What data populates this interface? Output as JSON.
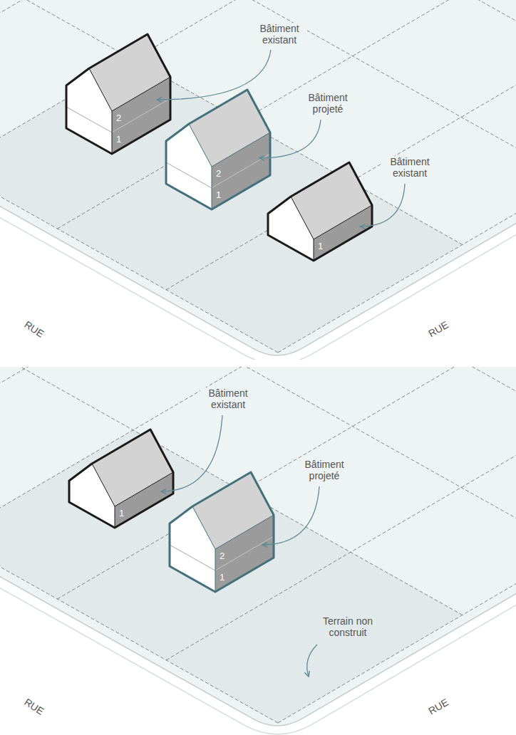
{
  "diagram": {
    "nodes": [
      {
        "text": [
          "2",
          "1"
        ]
      },
      {
        "text": [
          "2",
          "1"
        ]
      },
      {
        "text": [
          "1"
        ]
      },
      {
        "text": [
          "1"
        ]
      },
      {
        "text": [
          "2",
          "1"
        ]
      }
    ],
    "labels": [
      "Bâtiment existant",
      "Bâtiment projeté",
      "Bâtiment existant",
      "RUE",
      "RUE",
      "Bâtiment existant",
      "Bâtiment projeté",
      "Terrain non construit",
      "RUE",
      "RUE"
    ]
  }
}
